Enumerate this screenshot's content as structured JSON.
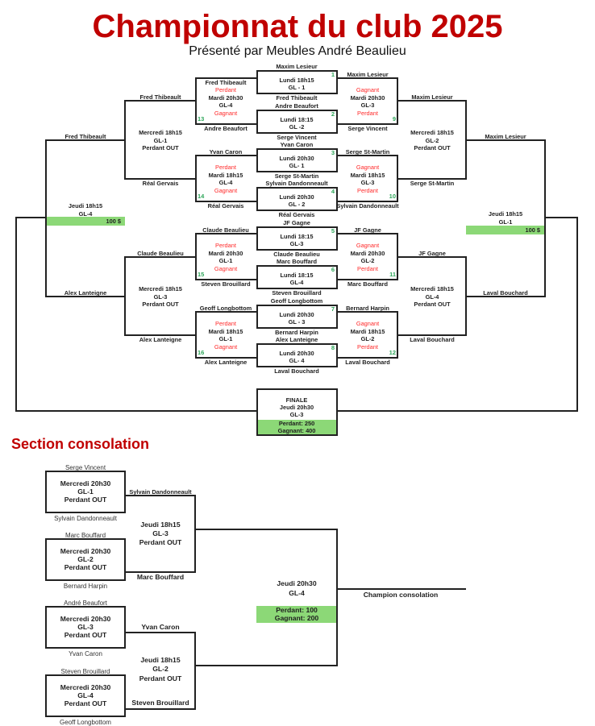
{
  "title": "Championnat du club 2025",
  "subtitle": "Présenté par Meubles André Beaulieu",
  "colors": {
    "title": "#c00000",
    "status": "#ff2a2a",
    "match_number": "#2ea65a",
    "prize_fill": "#8cd877"
  },
  "round1": [
    {
      "num": "1",
      "time": "Lundi 18h15",
      "lane": "GL - 1",
      "top": "Maxim Lesieur",
      "bottom": "Fred Thibeault"
    },
    {
      "num": "2",
      "time": "Lundi 18:15",
      "lane": "GL -2",
      "top": "Andre Beaufort",
      "bottom": "Serge Vincent"
    },
    {
      "num": "3",
      "time": "Lundi 20h30",
      "lane": "GL- 1",
      "top": "Yvan Caron",
      "bottom": "Serge St-Martin"
    },
    {
      "num": "4",
      "time": "Lundi 20h30",
      "lane": "GL - 2",
      "top": "Sylvain Dandonneault",
      "bottom": "Réal Gervais"
    },
    {
      "num": "5",
      "time": "Lundi 18:15",
      "lane": "GL-3",
      "top": "JF Gagne",
      "bottom": "Claude Beaulieu"
    },
    {
      "num": "6",
      "time": "Lundi 18:15",
      "lane": "GL-4",
      "top": "Marc Bouffard",
      "bottom": "Steven Brouillard"
    },
    {
      "num": "7",
      "time": "Lundi 20h30",
      "lane": "GL - 3",
      "top": "Geoff Longbottom",
      "bottom": "Bernard Harpin"
    },
    {
      "num": "8",
      "time": "Lundi 20h30",
      "lane": "GL- 4",
      "top": "Alex Lanteigne",
      "bottom": "Laval Bouchard"
    }
  ],
  "round2_left": [
    {
      "num": "13",
      "top": "Fred Thibeault",
      "status_top": "Perdant",
      "time": "Mardi 20h30",
      "lane": "GL-4",
      "status_bottom": "Gagnant",
      "bottom": "Andre Beaufort"
    },
    {
      "num": "14",
      "top": "Yvan Caron",
      "status_top": "Perdant",
      "time": "Mardi 18h15",
      "lane": "GL-4",
      "status_bottom": "Gagnant",
      "bottom": "Réal Gervais"
    },
    {
      "num": "15",
      "top": "Claude Beaulieu",
      "status_top": "Perdant",
      "time": "Mardi 20h30",
      "lane": "GL-1",
      "status_bottom": "Gagnant",
      "bottom": "Steven Brouillard"
    },
    {
      "num": "16",
      "top": "Geoff Longbottom",
      "status_top": "Perdant",
      "time": "Mardi 18h15",
      "lane": "GL-1",
      "status_bottom": "Gagnant",
      "bottom": "Alex Lanteigne"
    }
  ],
  "round2_right": [
    {
      "num": "9",
      "top": "Maxim Lesieur",
      "status_top": "Gagnant",
      "time": "Mardi 20h30",
      "lane": "GL-3",
      "status_bottom": "Perdant",
      "bottom": "Serge Vincent"
    },
    {
      "num": "10",
      "top": "Serge St-Martin",
      "status_top": "Gagnant",
      "time": "Mardi 18h15",
      "lane": "GL-3",
      "status_bottom": "Perdant",
      "bottom": "Sylvain Dandonneault"
    },
    {
      "num": "11",
      "top": "JF Gagne",
      "status_top": "Gagnant",
      "time": "Mardi 20h30",
      "lane": "GL-2",
      "status_bottom": "Perdant",
      "bottom": "Marc Bouffard"
    },
    {
      "num": "12",
      "top": "Bernard Harpin",
      "status_top": "Gagnant",
      "time": "Mardi 18h15",
      "lane": "GL-2",
      "status_bottom": "Perdant",
      "bottom": "Laval Bouchard"
    }
  ],
  "round3_left": [
    {
      "top": "Fred Thibeault",
      "time": "Mercredi 18h15",
      "lane": "GL-1",
      "note": "Perdant OUT",
      "bottom": "Réal Gervais"
    },
    {
      "top": "Claude Beaulieu",
      "time": "Mercredi 18h15",
      "lane": "GL-3",
      "note": "Perdant OUT",
      "bottom": "Alex Lanteigne"
    }
  ],
  "round3_right": [
    {
      "top": "Maxim Lesieur",
      "time": "Mercredi 18h15",
      "lane": "GL-2",
      "note": "Perdant OUT",
      "bottom": "Serge St-Martin"
    },
    {
      "top": "JF Gagne",
      "time": "Mercredi 18h15",
      "lane": "GL-4",
      "note": "Perdant OUT",
      "bottom": "Laval Bouchard"
    }
  ],
  "round4_left": {
    "top": "Fred Thibeault",
    "time": "Jeudi 18h15",
    "lane": "GL-4",
    "prize": "100  $",
    "bottom": "Alex Lanteigne"
  },
  "round4_right": {
    "top": "Maxim Lesieur",
    "time": "Jeudi 18h15",
    "lane": "GL-1",
    "prize": "100  $",
    "bottom": "Laval Bouchard"
  },
  "finale": {
    "label": "FINALE",
    "time": "Jeudi 20h30",
    "lane": "GL-3",
    "loser_prize": "Perdant: 250",
    "winner_prize": "Gagnant: 400"
  },
  "consolation": {
    "title": "Section consolation",
    "round1": [
      {
        "top": "Serge Vincent",
        "time": "Mercredi 20h30",
        "lane": "GL-1",
        "note": "Perdant OUT",
        "bottom": "Sylvain Dandonneault"
      },
      {
        "top": "Marc Bouffard",
        "time": "Mercredi 20h30",
        "lane": "GL-2",
        "note": "Perdant OUT",
        "bottom": "Bernard Harpin"
      },
      {
        "top": "André Beaufort",
        "time": "Mercredi 20h30",
        "lane": "GL-3",
        "note": "Perdant OUT",
        "bottom": "Yvan Caron"
      },
      {
        "top": "Steven Brouillard",
        "time": "Mercredi 20h30",
        "lane": "GL-4",
        "note": "Perdant OUT",
        "bottom": "Geoff Longbottom"
      }
    ],
    "round2": [
      {
        "top": "Sylvain Dandonneault",
        "time": "Jeudi 18h15",
        "lane": "GL-3",
        "note": "Perdant OUT",
        "bottom": "Marc Bouffard"
      },
      {
        "top": "Yvan Caron",
        "time": "Jeudi 18h15",
        "lane": "GL-2",
        "note": "Perdant OUT",
        "bottom": "Steven Brouillard"
      }
    ],
    "final": {
      "time": "Jeudi 20h30",
      "lane": "GL-4",
      "loser_prize": "Perdant: 100",
      "winner_prize": "Gagnant: 200",
      "champion_label": "Champion consolation"
    }
  }
}
